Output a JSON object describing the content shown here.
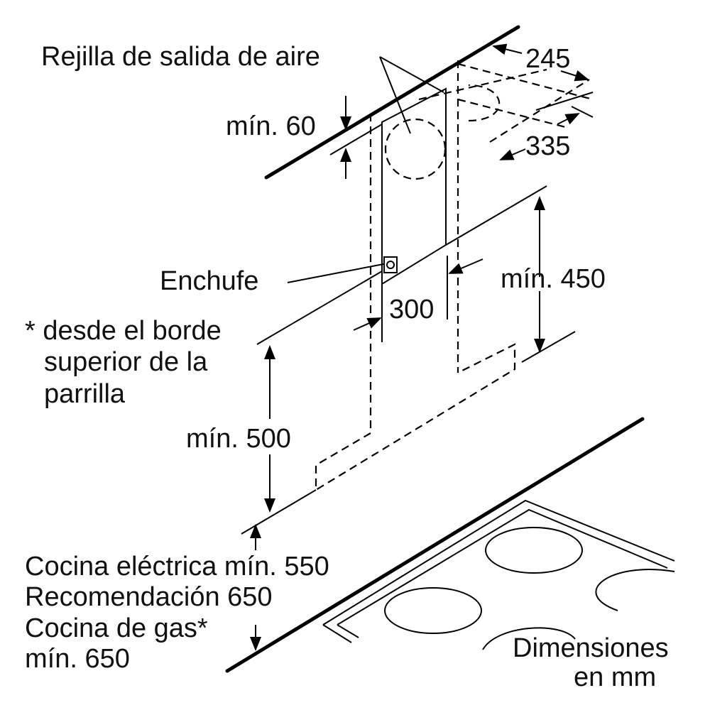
{
  "labels": {
    "grille": "Rejilla de salida de aire",
    "min60": "mín. 60",
    "d245": "245",
    "d335": "335",
    "socket": "Enchufe",
    "min450": "mín. 450",
    "d300": "300",
    "note_line1": "* desde el borde",
    "note_line2": "superior de la",
    "note_line3": "parrilla",
    "min500": "mín. 500",
    "electric": "Cocina eléctrica mín. 550",
    "recommend": "Recomendación 650",
    "gas_line1": "Cocina de gas*",
    "gas_line2": "mín. 650",
    "units_line1": "Dimensiones",
    "units_line2": "en mm"
  }
}
